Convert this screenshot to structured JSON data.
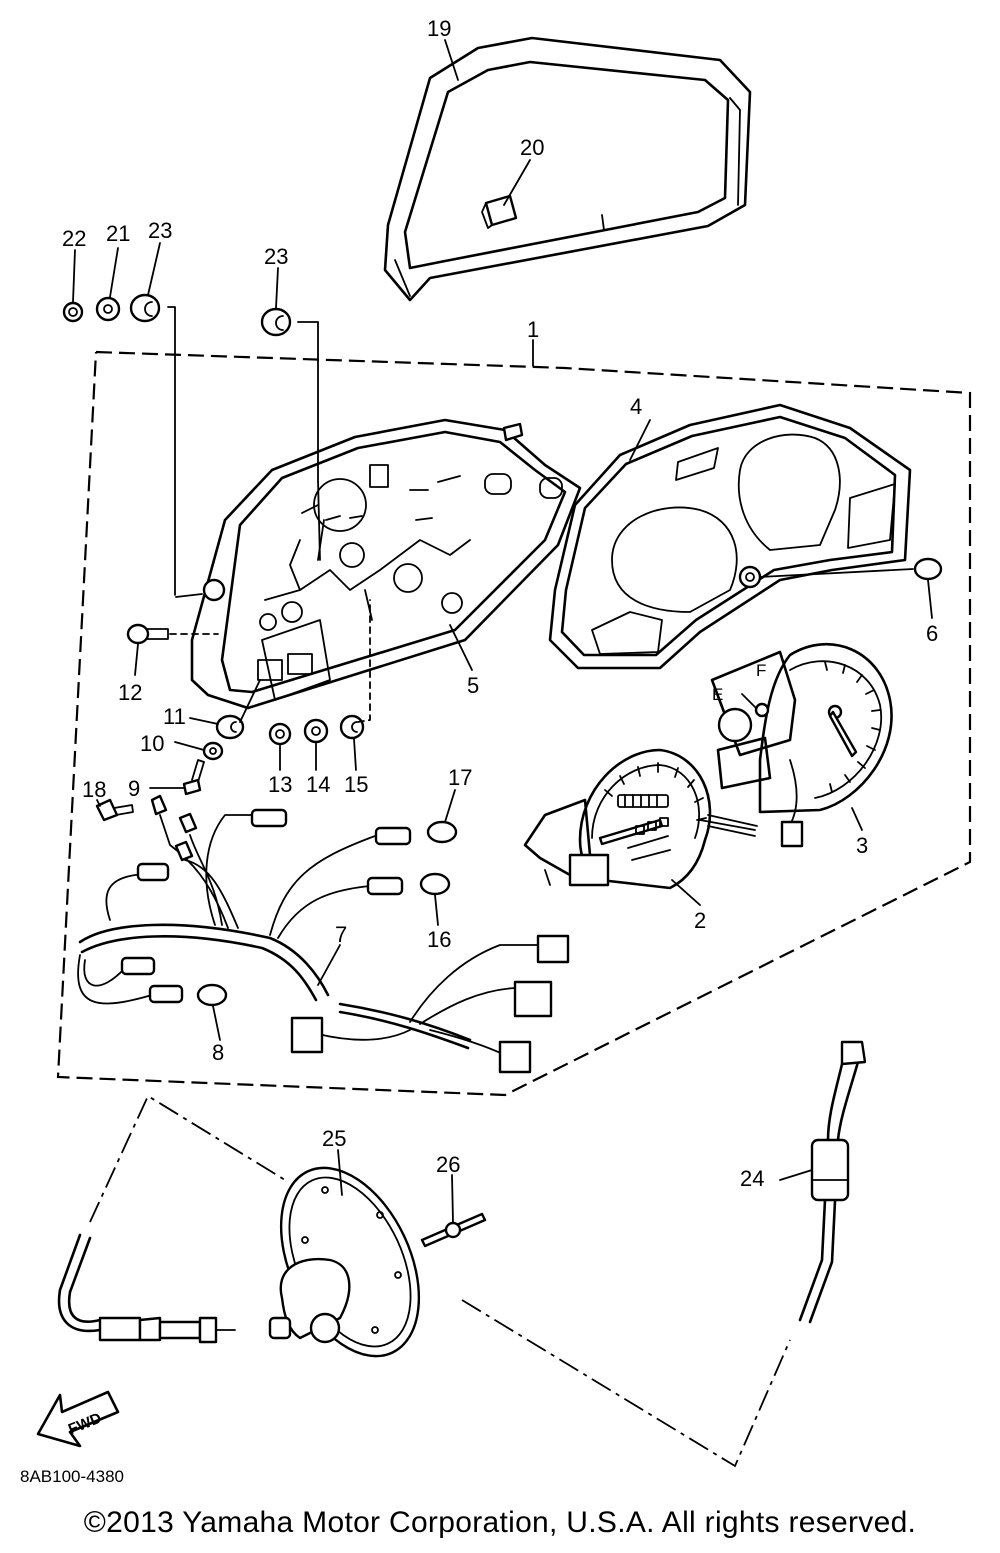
{
  "diagram": {
    "diagram_code": "8AB100-4380",
    "fwd_label": "FWD",
    "gauge_letters": {
      "empty": "E",
      "full": "F"
    },
    "callouts": [
      {
        "id": "c1",
        "label": "1"
      },
      {
        "id": "c2",
        "label": "2"
      },
      {
        "id": "c3",
        "label": "3"
      },
      {
        "id": "c4",
        "label": "4"
      },
      {
        "id": "c5",
        "label": "5"
      },
      {
        "id": "c6",
        "label": "6"
      },
      {
        "id": "c7",
        "label": "7"
      },
      {
        "id": "c8",
        "label": "8"
      },
      {
        "id": "c9",
        "label": "9"
      },
      {
        "id": "c10",
        "label": "10"
      },
      {
        "id": "c11",
        "label": "11"
      },
      {
        "id": "c12",
        "label": "12"
      },
      {
        "id": "c13",
        "label": "13"
      },
      {
        "id": "c14",
        "label": "14"
      },
      {
        "id": "c15",
        "label": "15"
      },
      {
        "id": "c16",
        "label": "16"
      },
      {
        "id": "c17",
        "label": "17"
      },
      {
        "id": "c18",
        "label": "18"
      },
      {
        "id": "c19",
        "label": "19"
      },
      {
        "id": "c20",
        "label": "20"
      },
      {
        "id": "c21",
        "label": "21"
      },
      {
        "id": "c22",
        "label": "22"
      },
      {
        "id": "c23a",
        "label": "23"
      },
      {
        "id": "c23b",
        "label": "23"
      },
      {
        "id": "c24",
        "label": "24"
      },
      {
        "id": "c25",
        "label": "25"
      },
      {
        "id": "c26",
        "label": "26"
      }
    ]
  },
  "footer": {
    "copyright": "©2013 Yamaha Motor Corporation, U.S.A. All rights reserved."
  }
}
